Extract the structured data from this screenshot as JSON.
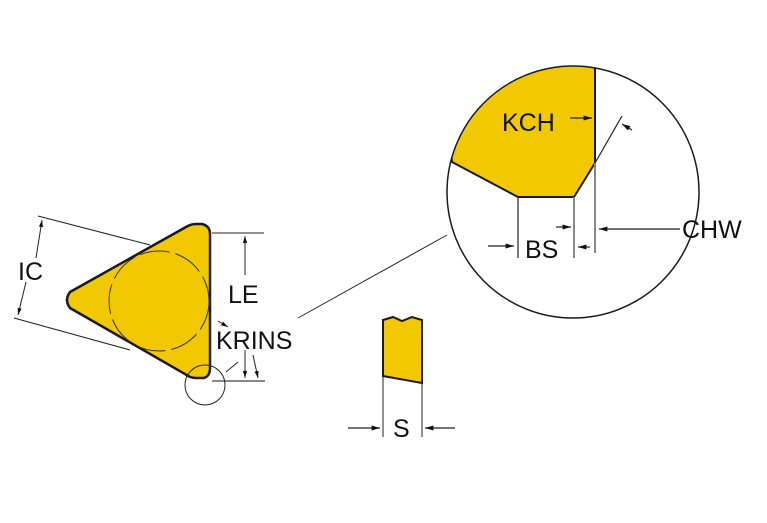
{
  "labels": {
    "ic": "IC",
    "le": "LE",
    "krins": "KRINS",
    "kch": "KCH",
    "bs": "BS",
    "chw": "CHW",
    "s": "S"
  },
  "colors": {
    "insert": "#f2c800",
    "outline": "#1a1a1a"
  }
}
